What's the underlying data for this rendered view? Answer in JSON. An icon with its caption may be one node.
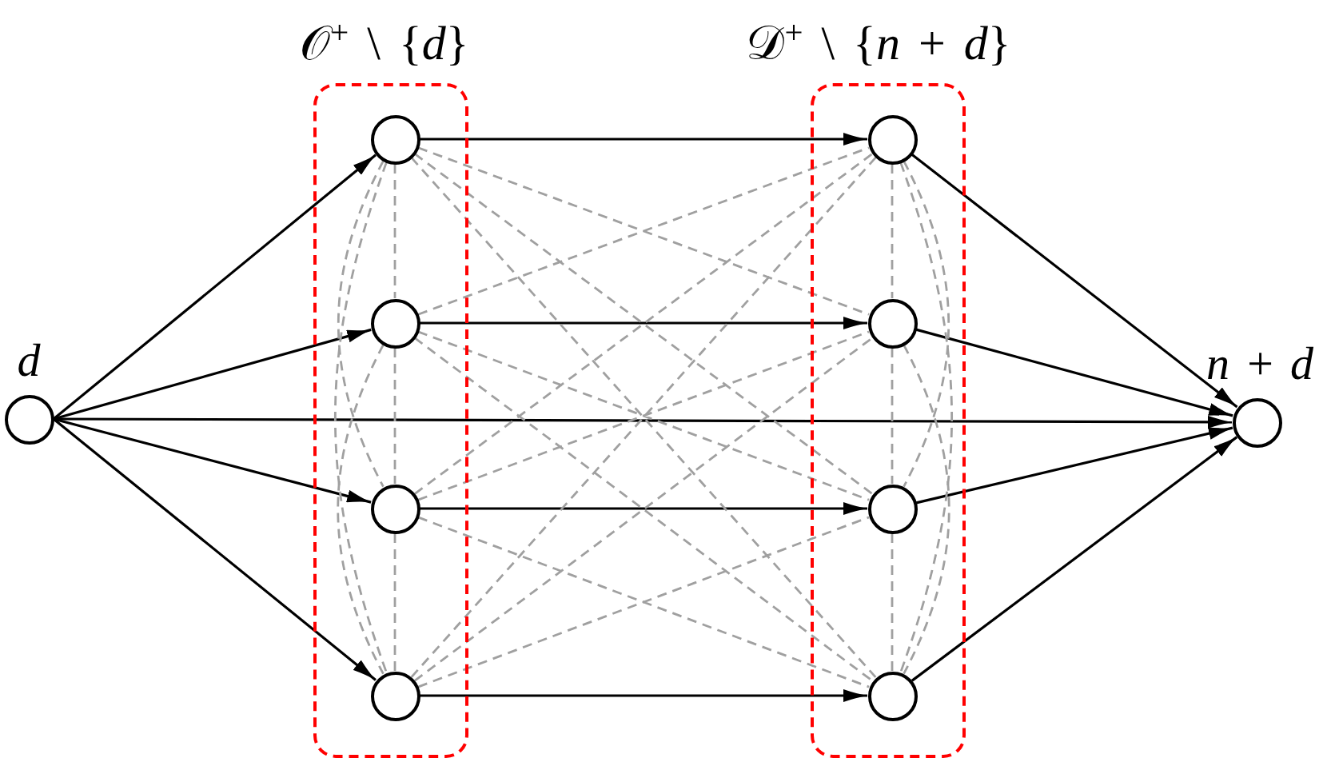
{
  "diagram": {
    "nodes": [
      {
        "text": [],
        "shape": "circle",
        "beside": [
          "d"
        ]
      },
      {
        "text": [
          "𝒪$^{+}$ \\ {*d*}"
        ]
      },
      {
        "text": [],
        "shape": "circle",
        "in": 1
      },
      {
        "text": [],
        "shape": "circle",
        "in": 1
      },
      {
        "text": [],
        "shape": "circle",
        "in": 1
      },
      {
        "text": [],
        "shape": "circle",
        "in": 1
      },
      {
        "text": [
          "𝒟$^{+}$ \\ {*n* + *d*}"
        ]
      },
      {
        "text": [],
        "shape": "circle",
        "in": 6
      },
      {
        "text": [],
        "shape": "circle",
        "in": 6
      },
      {
        "text": [],
        "shape": "circle",
        "in": 6
      },
      {
        "text": [],
        "shape": "circle",
        "in": 6
      },
      {
        "text": [],
        "shape": "circle",
        "beside": [
          "n + d"
        ]
      }
    ],
    "edges": [
      {
        "from": 0,
        "to": 2,
        "arrow": "to",
        "color": "#000000"
      },
      {
        "from": 0,
        "to": 3,
        "arrow": "to",
        "color": "#000000"
      },
      {
        "from": 0,
        "to": 11,
        "arrow": "to",
        "color": "#000000"
      },
      {
        "from": 0,
        "to": 4,
        "arrow": "to",
        "color": "#000000"
      },
      {
        "from": 0,
        "to": 5,
        "arrow": "to",
        "color": "#000000"
      },
      {
        "from": 2,
        "to": 7,
        "arrow": "to",
        "color": "#000000"
      },
      {
        "from": 3,
        "to": 8,
        "arrow": "to",
        "color": "#000000"
      },
      {
        "from": 4,
        "to": 9,
        "arrow": "to",
        "color": "#000000"
      },
      {
        "from": 5,
        "to": 10,
        "arrow": "to",
        "color": "#000000"
      },
      {
        "from": 7,
        "to": 11,
        "arrow": "to",
        "color": "#000000"
      },
      {
        "from": 8,
        "to": 11,
        "arrow": "to",
        "color": "#000000"
      },
      {
        "from": 9,
        "to": 11,
        "arrow": "to",
        "color": "#000000"
      },
      {
        "from": 10,
        "to": 11,
        "arrow": "to",
        "color": "#000000"
      },
      {
        "from": 2,
        "to": 3,
        "arrow": "none",
        "style": "dashed"
      },
      {
        "from": 3,
        "to": 4,
        "arrow": "none",
        "style": "dashed"
      },
      {
        "from": 4,
        "to": 5,
        "arrow": "none",
        "style": "dashed"
      },
      {
        "from": 2,
        "to": 4,
        "arrow": "none",
        "style": "dashed"
      },
      {
        "from": 3,
        "to": 5,
        "arrow": "none",
        "style": "dashed"
      },
      {
        "from": 2,
        "to": 5,
        "arrow": "none",
        "style": "dashed"
      },
      {
        "from": 7,
        "to": 8,
        "arrow": "none",
        "style": "dashed"
      },
      {
        "from": 8,
        "to": 9,
        "arrow": "none",
        "style": "dashed"
      },
      {
        "from": 9,
        "to": 10,
        "arrow": "none",
        "style": "dashed"
      },
      {
        "from": 7,
        "to": 9,
        "arrow": "none",
        "style": "dashed"
      },
      {
        "from": 8,
        "to": 10,
        "arrow": "none",
        "style": "dashed"
      },
      {
        "from": 7,
        "to": 10,
        "arrow": "none",
        "style": "dashed"
      },
      {
        "from": 2,
        "to": 8,
        "arrow": "none",
        "style": "dashed"
      },
      {
        "from": 2,
        "to": 9,
        "arrow": "none",
        "style": "dashed"
      },
      {
        "from": 2,
        "to": 10,
        "arrow": "none",
        "style": "dashed"
      },
      {
        "from": 3,
        "to": 7,
        "arrow": "none",
        "style": "dashed"
      },
      {
        "from": 3,
        "to": 9,
        "arrow": "none",
        "style": "dashed"
      },
      {
        "from": 3,
        "to": 10,
        "arrow": "none",
        "style": "dashed"
      },
      {
        "from": 4,
        "to": 7,
        "arrow": "none",
        "style": "dashed"
      },
      {
        "from": 4,
        "to": 8,
        "arrow": "none",
        "style": "dashed"
      },
      {
        "from": 4,
        "to": 10,
        "arrow": "none",
        "style": "dashed"
      },
      {
        "from": 5,
        "to": 7,
        "arrow": "none",
        "style": "dashed"
      },
      {
        "from": 5,
        "to": 8,
        "arrow": "none",
        "style": "dashed"
      },
      {
        "from": 5,
        "to": 9,
        "arrow": "none",
        "style": "dashed"
      }
    ]
  }
}
